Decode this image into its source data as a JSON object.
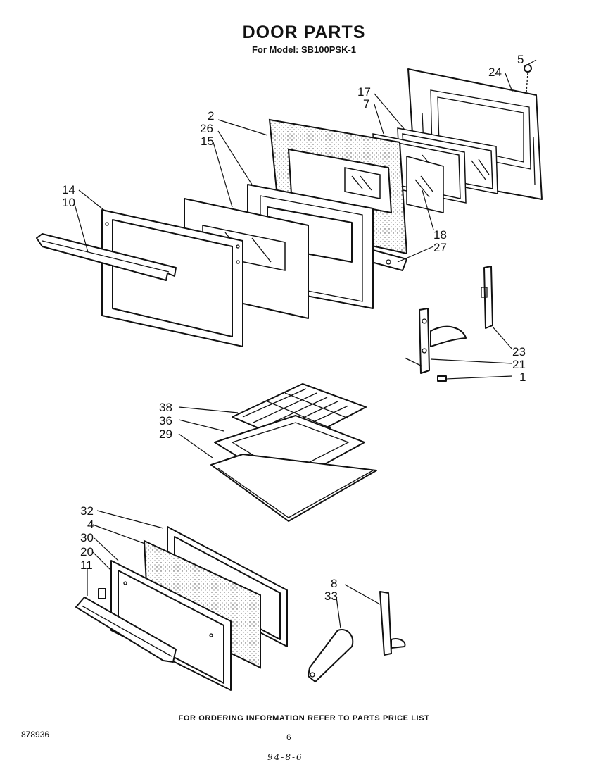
{
  "title": "DOOR PARTS",
  "subtitle": "For Model: SB100PSK-1",
  "footer_note": "FOR ORDERING INFORMATION REFER TO PARTS PRICE LIST",
  "document_number": "878936",
  "page_number": "6",
  "handwritten_date": "94-8-6",
  "callouts": {
    "c1": "1",
    "c2": "2",
    "c4": "4",
    "c5": "5",
    "c7": "7",
    "c8": "8",
    "c10": "10",
    "c11": "11",
    "c14": "14",
    "c15": "15",
    "c17": "17",
    "c18": "18",
    "c20": "20",
    "c21": "21",
    "c23": "23",
    "c24": "24",
    "c26": "26",
    "c27": "27",
    "c29": "29",
    "c30": "30",
    "c32": "32",
    "c33": "33",
    "c36": "36",
    "c38": "38"
  }
}
